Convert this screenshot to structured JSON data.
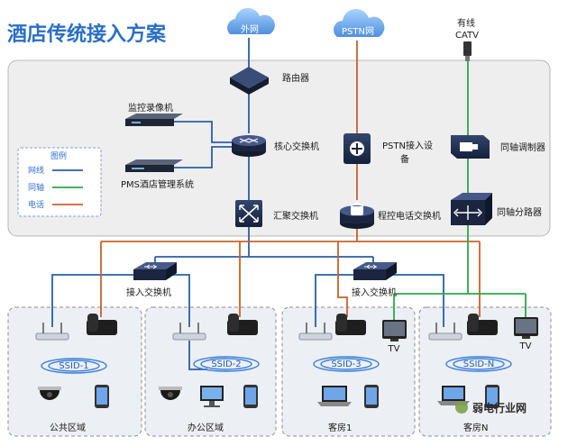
{
  "title": "酒店传统接入方案",
  "clouds": {
    "internet": "外网",
    "pstn": "PSTN网"
  },
  "catv": {
    "line1": "有线",
    "line2": "CATV"
  },
  "devices": {
    "router": "路由器",
    "nvr": "监控录像机",
    "core_switch": "核心交换机",
    "pms": "PMS酒店管理系统",
    "agg_switch": "汇聚交换机",
    "pstn_access_l1": "PSTN接入设",
    "pstn_access_l2": "备",
    "pbx": "程控电话交换机",
    "modulator": "同轴调制器",
    "splitter": "同轴分路器",
    "access_switch_left": "接入交换机",
    "access_switch_right": "接入交换机"
  },
  "legend": {
    "title": "图例",
    "items": [
      {
        "label": "网线",
        "color": "#2a5ea8"
      },
      {
        "label": "同轴",
        "color": "#2aa84a"
      },
      {
        "label": "电话",
        "color": "#c8622a"
      }
    ]
  },
  "zones": [
    {
      "label": "公共区域",
      "ssid": "SSID-1"
    },
    {
      "label": "办公区域",
      "ssid": "SSID-2"
    },
    {
      "label": "客房1",
      "ssid": "SSID-3",
      "tv": "TV"
    },
    {
      "label": "客房N",
      "ssid": "SSID-N",
      "tv": "TV"
    }
  ],
  "watermark": "弱电行业网",
  "colors": {
    "network": "#2a5ea8",
    "coax": "#2aa84a",
    "phone": "#c8622a",
    "title": "#2a6fc4",
    "device_dark": "#1f2a44"
  }
}
